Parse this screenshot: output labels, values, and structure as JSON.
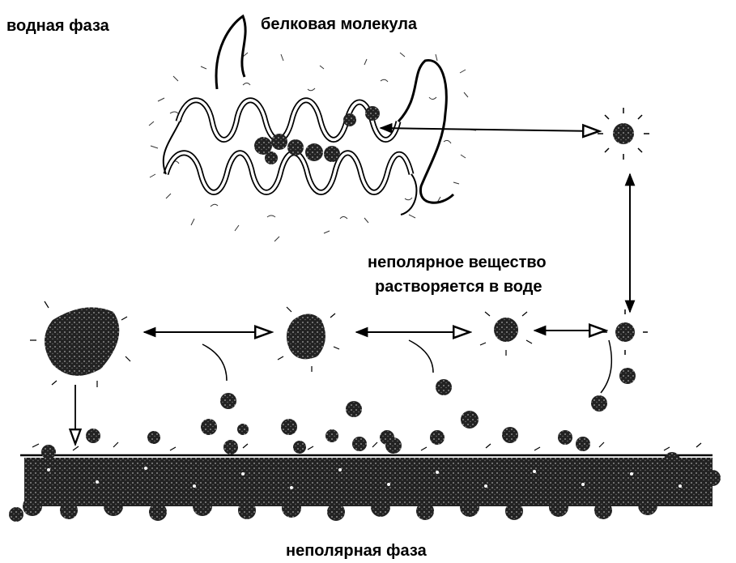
{
  "labels": {
    "water_phase": "водная фаза",
    "protein_molecule": "белковая молекула",
    "dissolves_line1": "неполярное вещество",
    "dissolves_line2": "растворяется в воде",
    "nonpolar_phase": "неполярная фаза"
  },
  "colors": {
    "ink": "#000000",
    "particle": "#222222",
    "background": "#ffffff"
  }
}
